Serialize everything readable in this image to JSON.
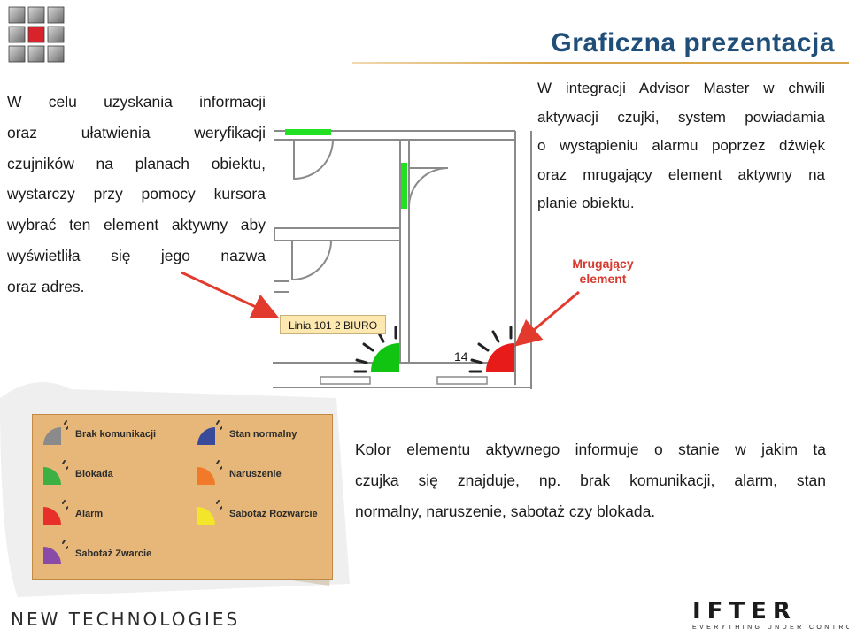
{
  "title": "Graficzna prezentacja",
  "left_paragraph": {
    "lines": [
      "W celu uzyskania informacji",
      "oraz ułatwienia weryfikacji",
      "czujników na planach obiektu,",
      "wystarczy przy pomocy kursora",
      "wybrać ten element aktywny aby",
      "wyświetliła się jego nazwa",
      "oraz adres."
    ]
  },
  "right_paragraph": {
    "lines": [
      "W integracji Advisor Master w chwili",
      "aktywacji czujki, system powiadamia",
      "o wystąpieniu alarmu poprzez dźwięk",
      "oraz mrugający element aktywny na",
      "planie obiektu."
    ]
  },
  "plan": {
    "label": "Linia 101 2 BIURO",
    "room_number": "14",
    "blinking_label_line1": "Mrugający",
    "blinking_label_line2": "element"
  },
  "legend": {
    "items": [
      {
        "label": "Brak komunikacji",
        "color": "#8a8a8a"
      },
      {
        "label": "Stan normalny",
        "color": "#3a4a9a"
      },
      {
        "label": "Blokada",
        "color": "#3cb043"
      },
      {
        "label": "Naruszenie",
        "color": "#f07a2a"
      },
      {
        "label": "Alarm",
        "color": "#e8302a"
      },
      {
        "label": "Sabotaż Rozwarcie",
        "color": "#f2e52a"
      },
      {
        "label": "Sabotaż Zwarcie",
        "color": "#8a4aa8"
      }
    ]
  },
  "bottom_paragraph": {
    "lines": [
      "Kolor elementu aktywnego informuje o stanie w jakim ta",
      "czujka się znajduje, np. brak komunikacji, alarm, stan",
      "normalny, naruszenie, sabotaż czy blokada."
    ]
  },
  "footer": {
    "left": "NEW TECHNOLOGIES",
    "brand": "IFTER",
    "tagline": "EVERYTHING UNDER CONTROL"
  },
  "colors": {
    "title": "#1f4e79",
    "arrow": "#e23b2e",
    "active_green": "#22c422",
    "active_red": "#e81b1b"
  }
}
